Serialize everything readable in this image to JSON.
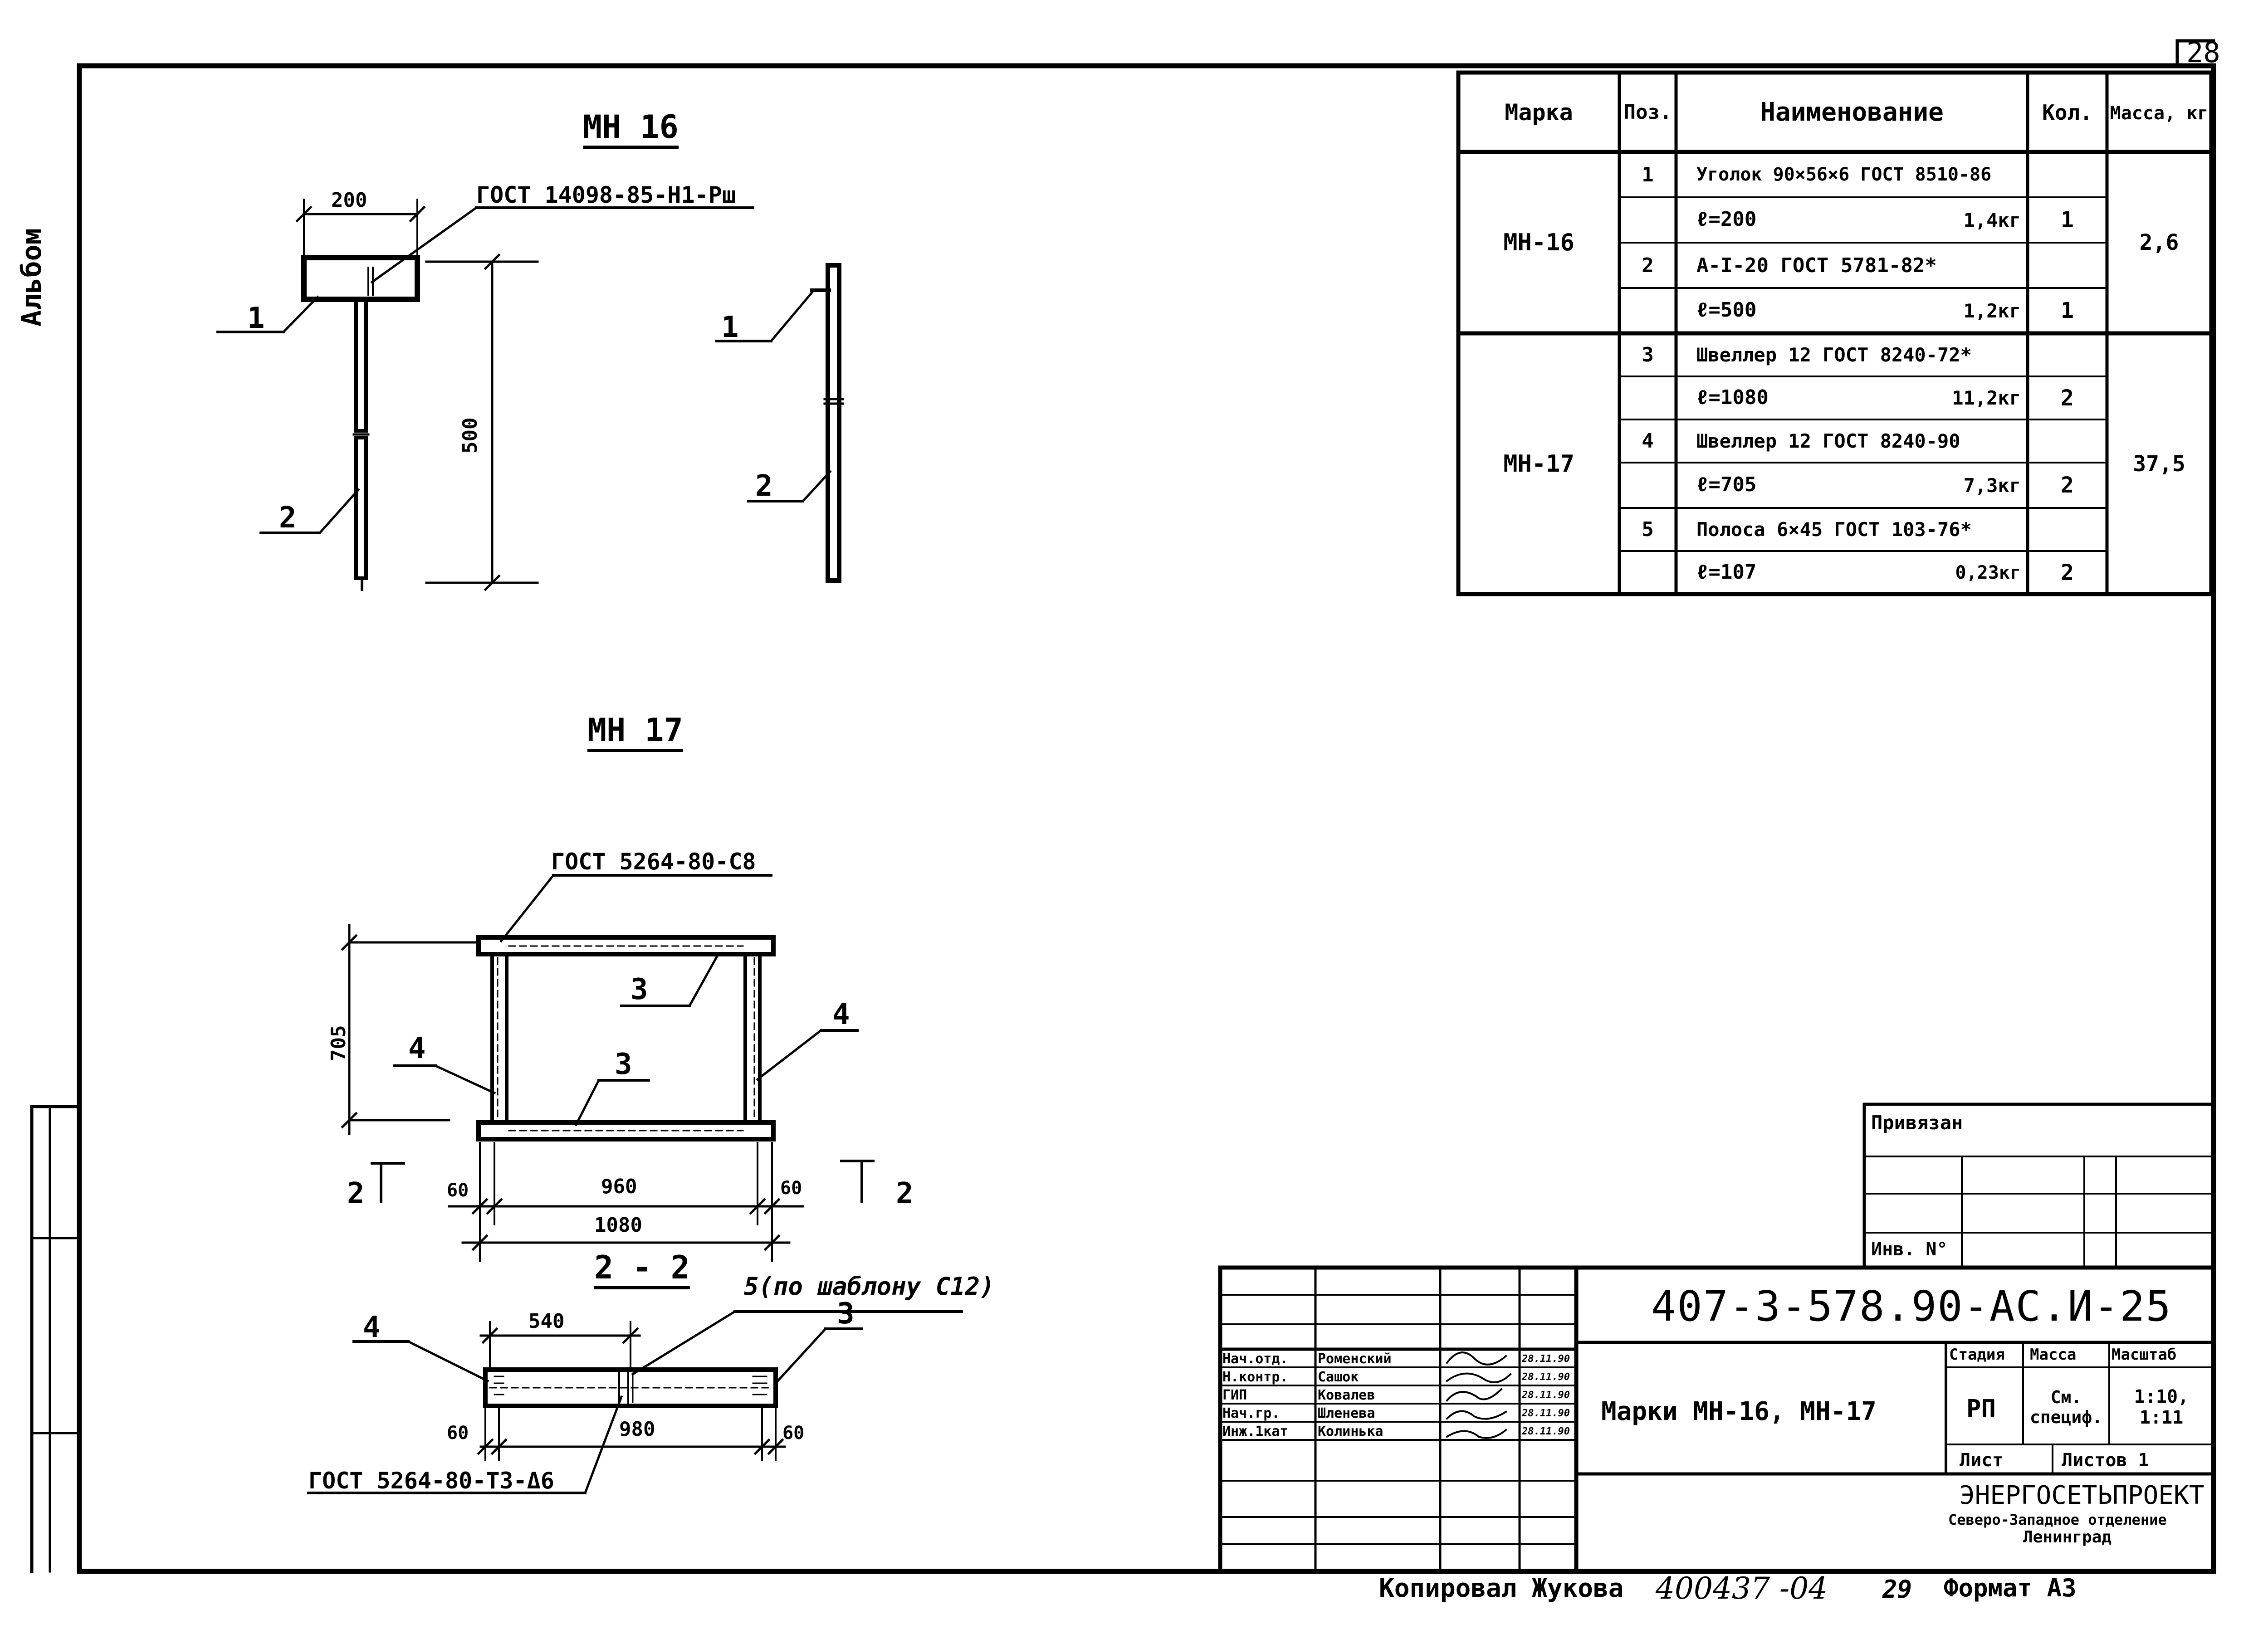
{
  "sheet": {
    "number": "28",
    "side_album": "Альбом",
    "copied_by": "Копировал Жукова",
    "handwritten_no": "400437 -04",
    "page_mark": "29",
    "format": "Формат А3"
  },
  "mn16": {
    "title": "МН 16",
    "gost_note": "ГОСТ 14098-85-Н1-Рш",
    "dim_width": "200",
    "dim_height": "500",
    "pos1": "1",
    "pos2": "2"
  },
  "mn17": {
    "title": "МН 17",
    "gost_c8": "ГОСТ 5264-80-С8",
    "dim_705": "705",
    "dim_960": "960",
    "dim_1080": "1080",
    "dim_60": "60",
    "pos3": "3",
    "pos4": "4",
    "cut_mark": "2"
  },
  "section": {
    "title": "2 - 2",
    "template_note": "5(по шаблону С12)",
    "dim_540": "540",
    "dim_980": "980",
    "dim_60": "60",
    "pos3": "3",
    "pos4": "4",
    "gost_t3": "ГОСТ 5264-80-Т3-Δ6"
  },
  "spec": {
    "headers": [
      "Марка",
      "Поз.",
      "Наименование",
      "Кол.",
      "Масса, кг"
    ],
    "groups": [
      {
        "mark": "МН-16",
        "mass": "2,6",
        "rows": [
          {
            "pos": "1",
            "name": "Уголок 90×56×6 ГОСТ 8510-86",
            "weight": "",
            "qty": ""
          },
          {
            "pos": "",
            "name": "ℓ=200",
            "weight": "1,4кг",
            "qty": "1"
          },
          {
            "pos": "2",
            "name": "А-I-20 ГОСТ 5781-82*",
            "weight": "",
            "qty": ""
          },
          {
            "pos": "",
            "name": "ℓ=500",
            "weight": "1,2кг",
            "qty": "1"
          }
        ]
      },
      {
        "mark": "МН-17",
        "mass": "37,5",
        "rows": [
          {
            "pos": "3",
            "name": "Швеллер 12 ГОСТ 8240-72*",
            "weight": "",
            "qty": ""
          },
          {
            "pos": "",
            "name": "ℓ=1080",
            "weight": "11,2кг",
            "qty": "2"
          },
          {
            "pos": "4",
            "name": "Швеллер 12 ГОСТ 8240-90",
            "weight": "",
            "qty": ""
          },
          {
            "pos": "",
            "name": "ℓ=705",
            "weight": "7,3кг",
            "qty": "2"
          },
          {
            "pos": "5",
            "name": "Полоса 6×45 ГОСТ 103-76*",
            "weight": "",
            "qty": ""
          },
          {
            "pos": "",
            "name": "ℓ=107",
            "weight": "0,23кг",
            "qty": "2"
          }
        ]
      }
    ]
  },
  "binding": {
    "label": "Привязан",
    "inv": "Инв. N°"
  },
  "title_block": {
    "code": "407-3-578.90-АС.И-25",
    "sheet_title": "Марки МН-16, МН-17",
    "stage_header": "Стадия",
    "mass_header": "Масса",
    "scale_header": "Масштаб",
    "stage": "РП",
    "mass": "См. специф.",
    "scale": "1:10, 1:11",
    "sheet_label": "Лист",
    "sheets_label": "Листов 1",
    "org": "ЭНЕРГОСЕТЬПРОЕКТ",
    "org_branch": "Северо-Западное отделение",
    "org_city": "Ленинград",
    "people": [
      {
        "role": "Нач.отд.",
        "name": "Роменский",
        "date": "28.11.90"
      },
      {
        "role": "Н.контр.",
        "name": "Сашок",
        "date": "28.11.90"
      },
      {
        "role": "ГИП",
        "name": "Ковалев",
        "date": "28.11.90"
      },
      {
        "role": "Нач.гр.",
        "name": "Шленева",
        "date": "28.11.90"
      },
      {
        "role": "Инж.1кат",
        "name": "Колинька",
        "date": "28.11.90"
      }
    ]
  }
}
